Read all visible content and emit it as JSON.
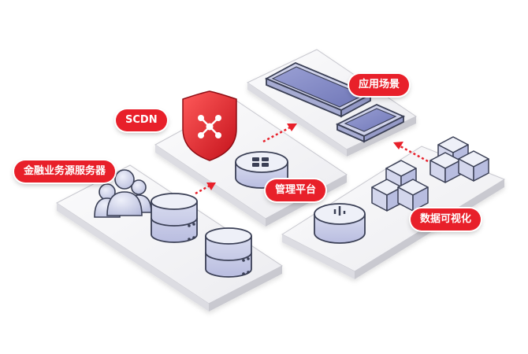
{
  "labels": {
    "finance_servers": "金融业务源服务器",
    "scdn": "SCDN",
    "management_platform": "管理平台",
    "application_scenarios": "应用场景",
    "data_visualization": "数据可视化"
  },
  "colors": {
    "accent_red": "#e8202a",
    "platform_top": "#f4f4f6",
    "platform_side": "#d9d9de",
    "device_blue": "#8d93c9",
    "cube_light": "#e3e6f4",
    "outline": "#3a3f55"
  },
  "icons": [
    "users-icon",
    "database-icon",
    "shield-icon",
    "server-grid-icon",
    "tablet-icon",
    "phone-icon",
    "chart-server-icon",
    "cubes-icon",
    "arrow-icon"
  ]
}
